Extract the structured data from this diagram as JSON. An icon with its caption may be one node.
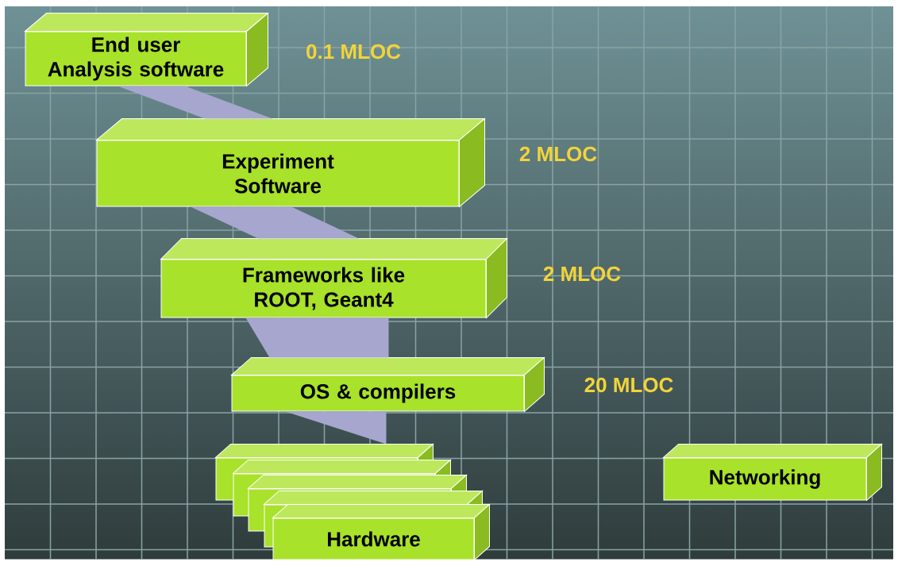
{
  "diagram": {
    "nodes": [
      {
        "text": [
          "End user Analysis software"
        ],
        "beside": [
          "0.1 MLOC"
        ]
      },
      {
        "text": [
          "Experiment Software"
        ],
        "beside": [
          "2 MLOC"
        ]
      },
      {
        "text": [
          "Frameworks like ROOT, Geant4"
        ],
        "beside": [
          "2 MLOC"
        ]
      },
      {
        "text": [
          "OS & compilers"
        ],
        "beside": [
          "20 MLOC"
        ]
      },
      {
        "text": [],
        "shape": "box"
      },
      {
        "text": [],
        "shape": "box"
      },
      {
        "text": [],
        "shape": "box"
      },
      {
        "text": [],
        "shape": "box"
      },
      {
        "text": [
          "Hardware"
        ]
      },
      {
        "text": [
          "Networking"
        ]
      }
    ],
    "edges": [
      {
        "from": 0,
        "to": 1,
        "arrow": "none"
      },
      {
        "from": 1,
        "to": 2,
        "arrow": "none"
      },
      {
        "from": 2,
        "to": 3,
        "arrow": "none"
      },
      {
        "from": 3,
        "to": 4,
        "arrow": "to"
      }
    ]
  }
}
